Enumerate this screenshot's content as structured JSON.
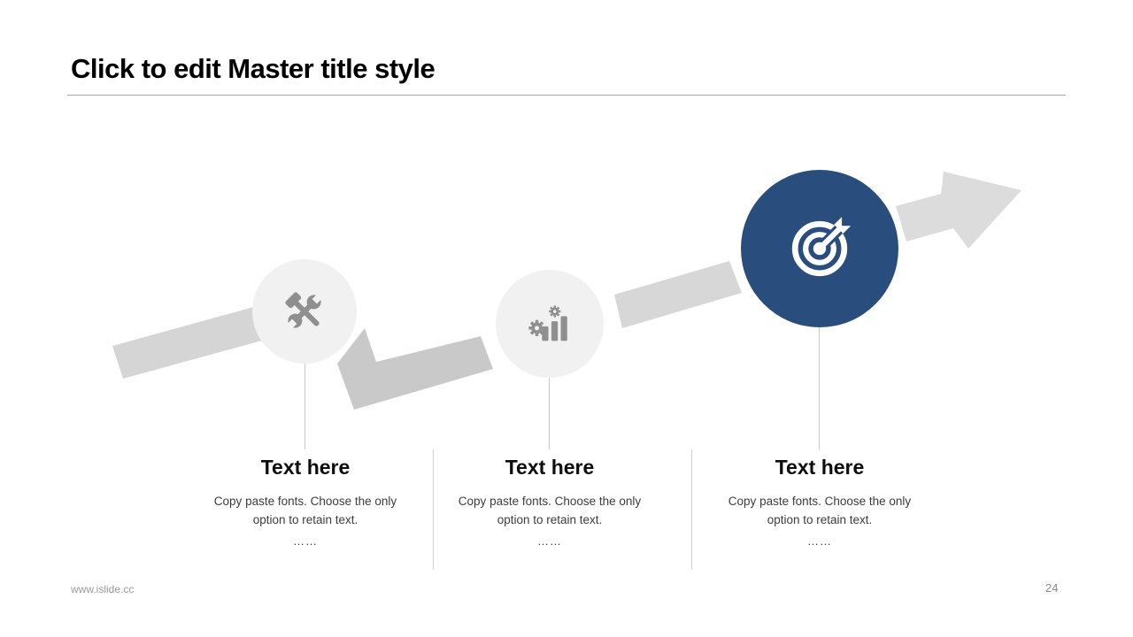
{
  "slide": {
    "title": "Click to edit Master title style",
    "footer": {
      "url": "www.islide.cc",
      "page_number": "24"
    }
  },
  "colors": {
    "accent_blue": "#294d7c",
    "circle_gray": "#f1f1f1",
    "icon_gray": "#8f8f8f",
    "band1_gray": "#d5d5d5",
    "fold_gray": "#c9c9c9",
    "band2_gray": "#d7d7d7",
    "arrowhead_gray": "#dcdcdc",
    "line_gray": "#c9c9c9",
    "divider_gray": "#d2d2d2",
    "rule_gray": "#a6a6a6"
  },
  "diagram": {
    "type": "rising-ribbon-arrow-process",
    "direction": "up-right"
  },
  "steps": [
    {
      "heading": "Text here",
      "body": "Copy paste fonts. Choose the only option to retain text.",
      "ellipsis": "……",
      "icon": "hammer-wrench-icon",
      "emphasis": "normal"
    },
    {
      "heading": "Text here",
      "body": "Copy paste fonts. Choose the only option to retain text.",
      "ellipsis": "……",
      "icon": "bar-chart-gears-icon",
      "emphasis": "normal"
    },
    {
      "heading": "Text here",
      "body": "Copy paste fonts. Choose the only option to retain text.",
      "ellipsis": "……",
      "icon": "target-arrow-icon",
      "emphasis": "accent"
    }
  ]
}
